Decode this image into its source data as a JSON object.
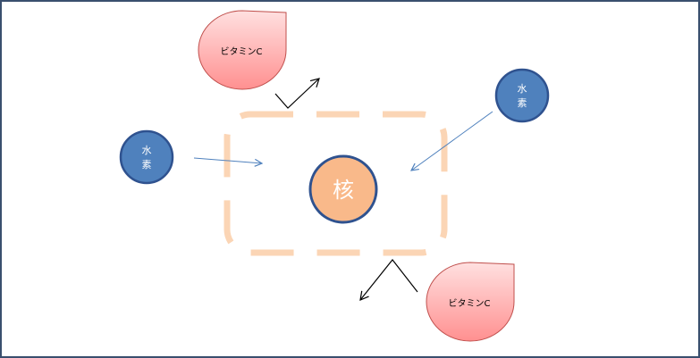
{
  "diagram": {
    "nucleus": {
      "label": "核",
      "fill": "#f9b98a",
      "stroke": "#2f528f"
    },
    "hydrogen_left": {
      "label_line1": "水",
      "label_line2": "素",
      "fill": "#4f81bd",
      "stroke": "#2f528f"
    },
    "hydrogen_right": {
      "label_line1": "水",
      "label_line2": "素",
      "fill": "#4f81bd",
      "stroke": "#2f528f"
    },
    "vitamin_top": {
      "label": "ビタミンC",
      "fill": "#ff9c9c",
      "stroke": "#c0504d"
    },
    "vitamin_bottom": {
      "label": "ビタミンC",
      "fill": "#ff9c9c",
      "stroke": "#c0504d"
    },
    "cell_boundary_color": "#fbd5b5",
    "arrow_color_blue": "#4f81bd",
    "arrow_color_black": "#000000"
  }
}
